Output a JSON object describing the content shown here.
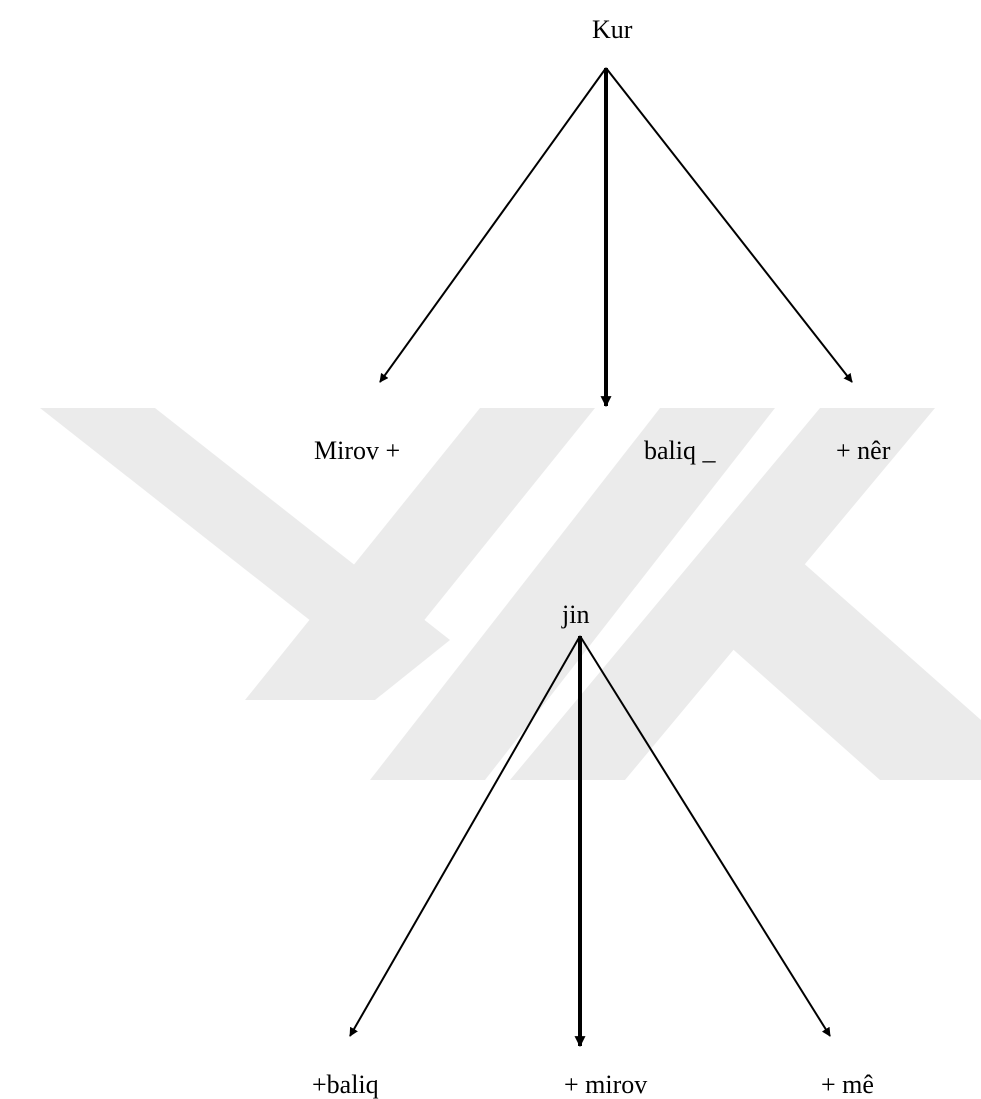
{
  "watermark": {
    "color": "#ebebeb",
    "description_icon": "yok-thesis-watermark"
  },
  "colors": {
    "ink": "#000000"
  },
  "tree_top": {
    "root": "Kur",
    "children": [
      "Mirov +",
      "baliq _",
      "+ nêr"
    ]
  },
  "tree_bottom": {
    "root": "jin",
    "children": [
      "+baliq",
      "+ mirov",
      "+ mê"
    ]
  }
}
